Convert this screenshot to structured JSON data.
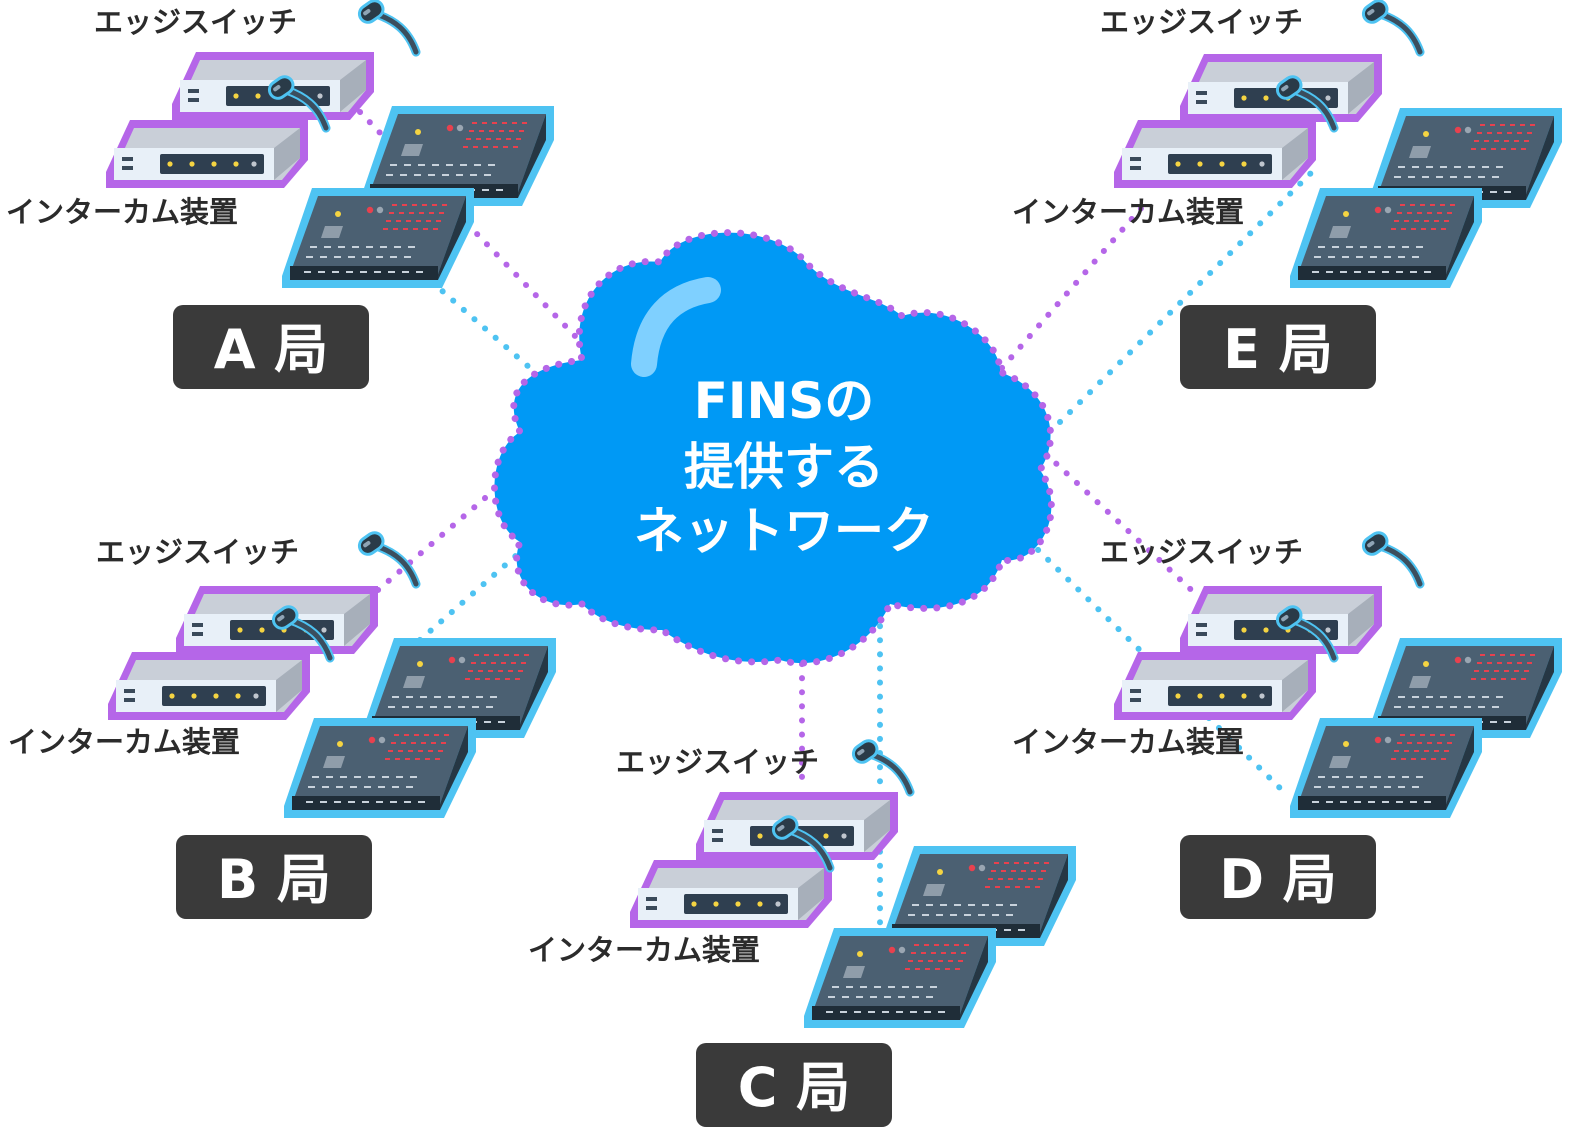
{
  "cloud": {
    "lines": [
      "FINSの",
      "提供する",
      "ネットワーク"
    ]
  },
  "stations": [
    {
      "id": "A",
      "badge": "A 局",
      "switch_label": "エッジスイッチ",
      "device_label": "インターカム装置"
    },
    {
      "id": "B",
      "badge": "B 局",
      "switch_label": "エッジスイッチ",
      "device_label": "インターカム装置"
    },
    {
      "id": "C",
      "badge": "C 局",
      "switch_label": "エッジスイッチ",
      "device_label": "インターカム装置"
    },
    {
      "id": "D",
      "badge": "D 局",
      "switch_label": "エッジスイッチ",
      "device_label": "インターカム装置"
    },
    {
      "id": "E",
      "badge": "E 局",
      "switch_label": "エッジスイッチ",
      "device_label": "インターカム装置"
    }
  ],
  "colors": {
    "cloud": "#0099f5",
    "cloud_dots": "#b566e8",
    "link_purple": "#b566e8",
    "link_blue": "#4ec3f2",
    "badge": "#3a3a3a",
    "device_outline": "#4ec3f2",
    "switch_outline": "#b566e8"
  }
}
